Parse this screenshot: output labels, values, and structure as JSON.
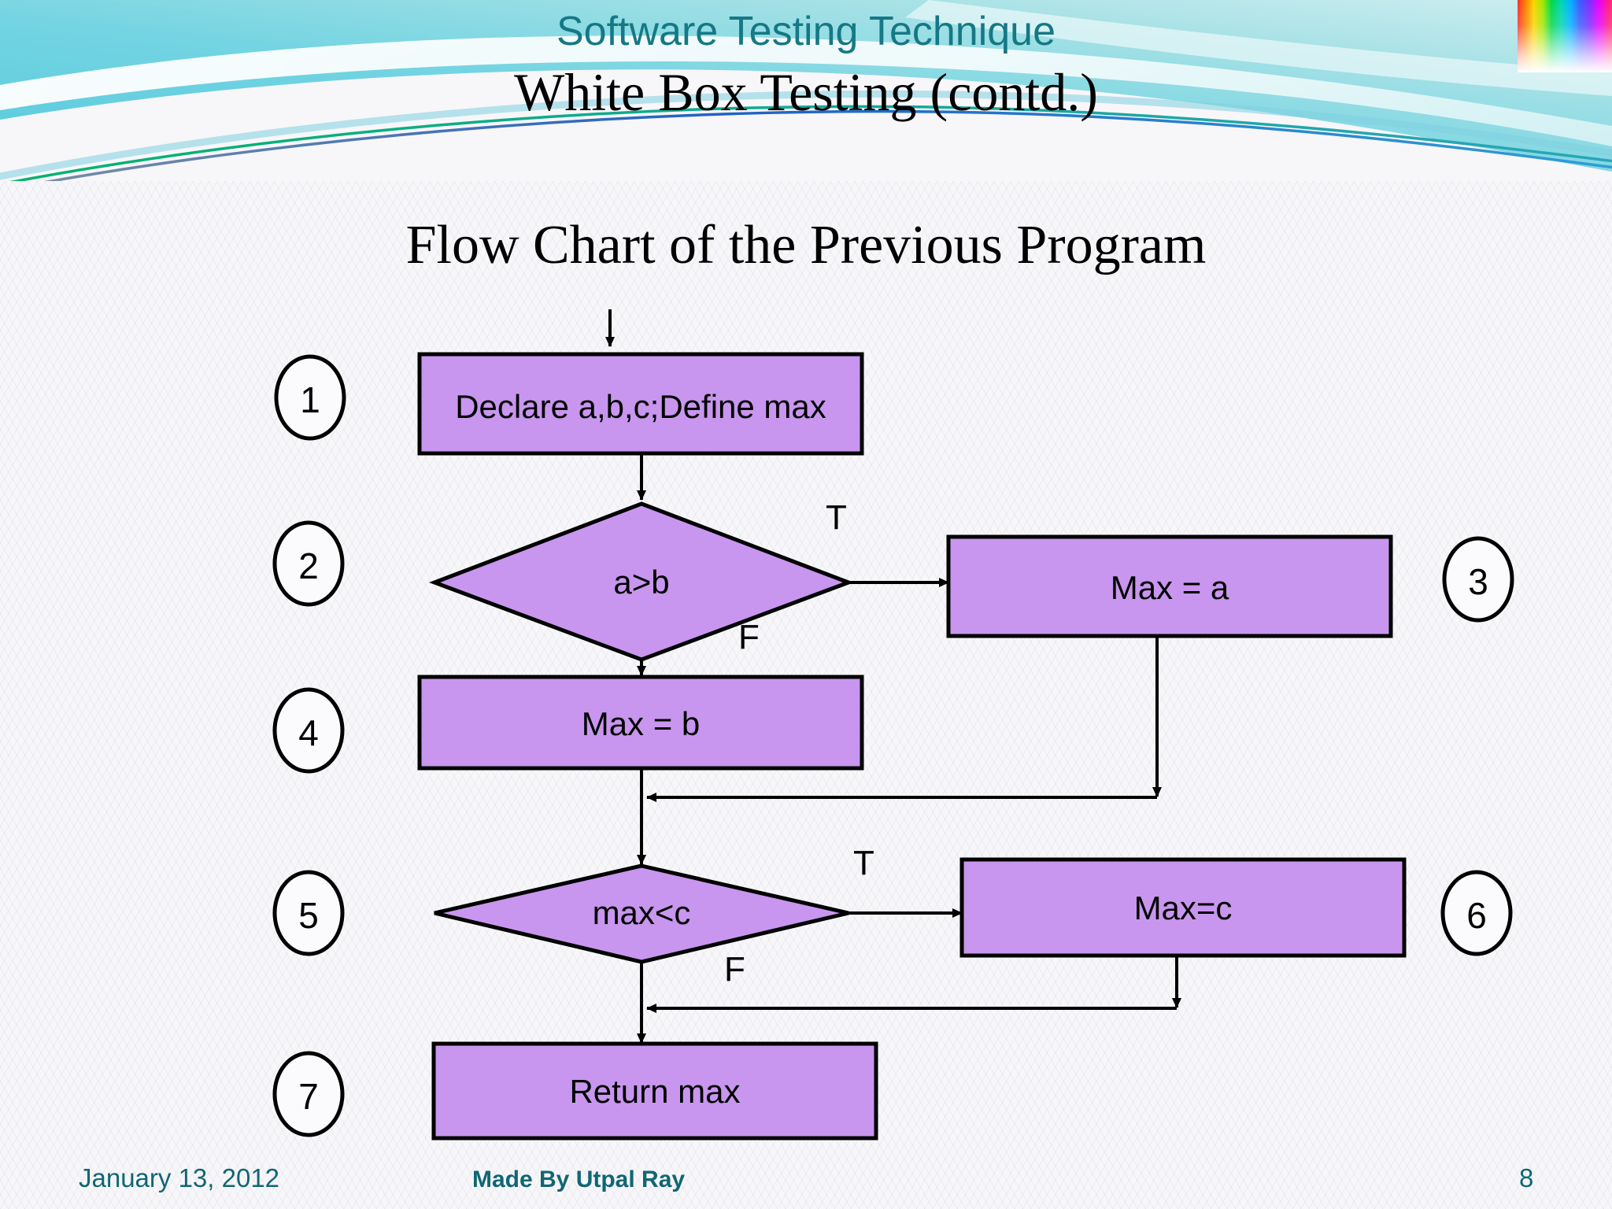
{
  "header": {
    "eyebrow_title": "Software Testing Technique",
    "main_title": "White Box Testing (contd.)",
    "accent_color": "#157885",
    "banner_gradient_from": "#6fd4e0",
    "banner_gradient_to": "#bfe7ee"
  },
  "slide": {
    "chart_title": "Flow Chart of the Previous Program",
    "background_color": "#f7f6f9",
    "node_fill": "#c896ee",
    "node_stroke": "#000000"
  },
  "chart_data": {
    "type": "diagram",
    "title": "Flow Chart of the Previous Program",
    "nodes": [
      {
        "id": "1",
        "shape": "process",
        "label": "Declare a,b,c;Define max"
      },
      {
        "id": "2",
        "shape": "decision",
        "label": "a>b"
      },
      {
        "id": "3",
        "shape": "process",
        "label": "Max = a"
      },
      {
        "id": "4",
        "shape": "process",
        "label": "Max = b"
      },
      {
        "id": "5",
        "shape": "decision",
        "label": "max<c"
      },
      {
        "id": "6",
        "shape": "process",
        "label": "Max=c"
      },
      {
        "id": "7",
        "shape": "process",
        "label": "Return max"
      }
    ],
    "edges": [
      {
        "from": "start",
        "to": "1",
        "label": ""
      },
      {
        "from": "1",
        "to": "2",
        "label": ""
      },
      {
        "from": "2",
        "to": "3",
        "label": "T"
      },
      {
        "from": "2",
        "to": "4",
        "label": "F"
      },
      {
        "from": "3",
        "to": "merge1",
        "label": ""
      },
      {
        "from": "4",
        "to": "5",
        "label": ""
      },
      {
        "from": "5",
        "to": "6",
        "label": "T"
      },
      {
        "from": "5",
        "to": "7",
        "label": "F"
      },
      {
        "from": "6",
        "to": "merge2",
        "label": ""
      }
    ]
  },
  "steps": {
    "s1": "1",
    "s2": "2",
    "s3": "3",
    "s4": "4",
    "s5": "5",
    "s6": "6",
    "s7": "7"
  },
  "branches": {
    "t1": "T",
    "f1": "F",
    "t2": "T",
    "f2": "F"
  },
  "footer": {
    "date": "January 13, 2012",
    "author": "Made By Utpal Ray",
    "page_number": "8",
    "color": "#0f6773"
  }
}
